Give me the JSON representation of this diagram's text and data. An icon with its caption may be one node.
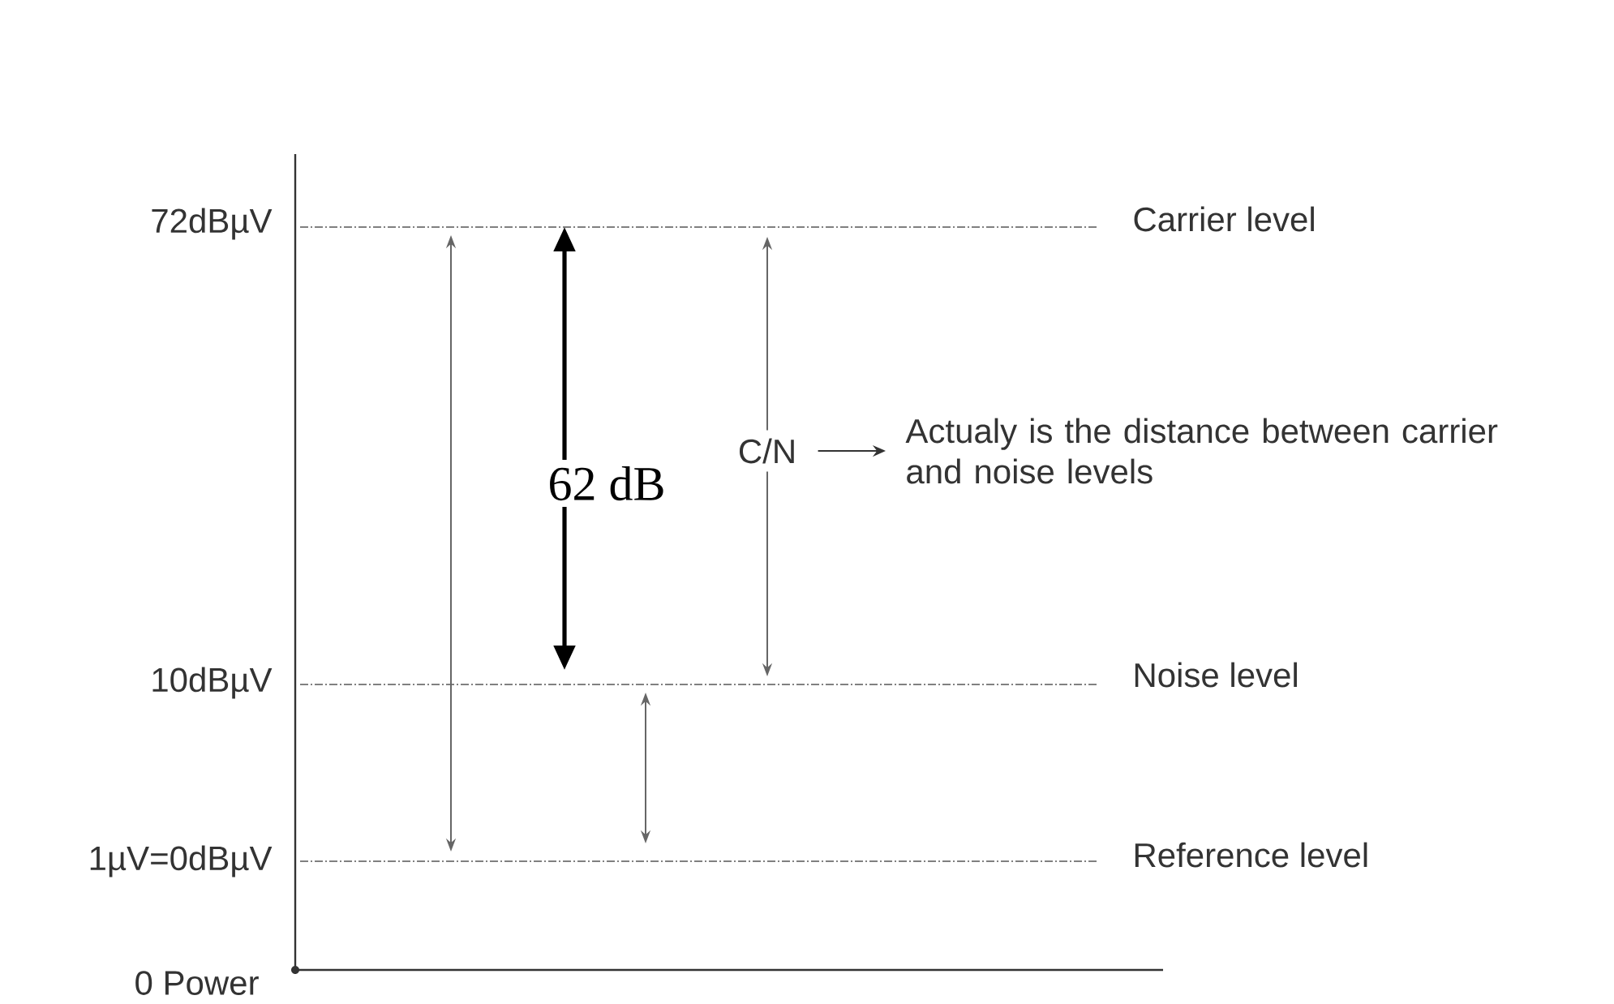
{
  "diagram": {
    "nodes": [
      {
        "text": [
          "C/N"
        ]
      },
      {
        "text": [
          "Actualy is the distance between carrier and noise levels"
        ]
      }
    ],
    "edges": [
      {
        "from": 0,
        "to": 1,
        "arrow": "to"
      }
    ],
    "labels": [
      "72dBµV",
      "Carrier level",
      "62 dB",
      "10dBµV",
      "Noise level",
      "1µV=0dBµV",
      "Reference level",
      "0 Power"
    ]
  }
}
